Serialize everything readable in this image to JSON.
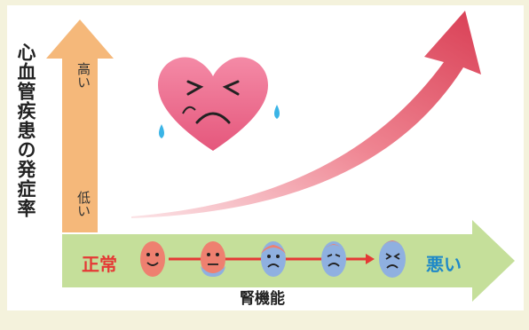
{
  "diagram": {
    "y_axis_title": "心血管疾患の発症率",
    "y_high": "高い",
    "y_low": "低い",
    "x_axis_title": "腎機能",
    "x_start": "正常",
    "x_end": "悪い"
  },
  "colors": {
    "background": "#f4f2dc",
    "vertical_arrow": "#f5b87a",
    "horizontal_arrow": "#c5df9a",
    "rising_arrow": "#e2566a",
    "normal_text": "#e53935",
    "bad_text": "#1e88c8",
    "heart": "#ee6b8c"
  },
  "icons": [
    "crying-heart-icon",
    "kidney-happy-icon",
    "kidney-sad-icon"
  ]
}
